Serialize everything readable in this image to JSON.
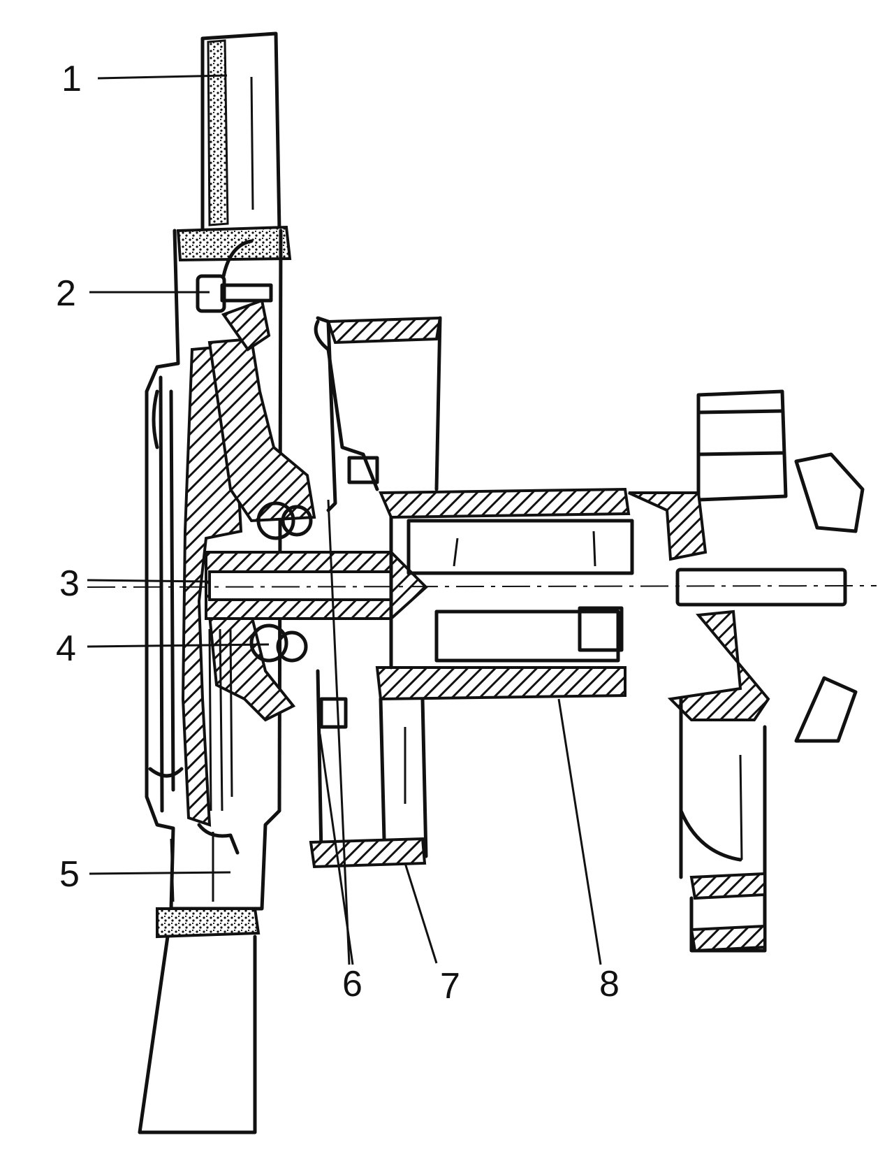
{
  "colors": {
    "ink": "#111111",
    "paper": "#ffffff"
  },
  "callouts": [
    {
      "id": "1",
      "label": "1"
    },
    {
      "id": "2",
      "label": "2"
    },
    {
      "id": "3",
      "label": "3"
    },
    {
      "id": "4",
      "label": "4"
    },
    {
      "id": "5",
      "label": "5"
    },
    {
      "id": "6",
      "label": "6"
    },
    {
      "id": "7",
      "label": "7"
    },
    {
      "id": "8",
      "label": "8"
    }
  ]
}
